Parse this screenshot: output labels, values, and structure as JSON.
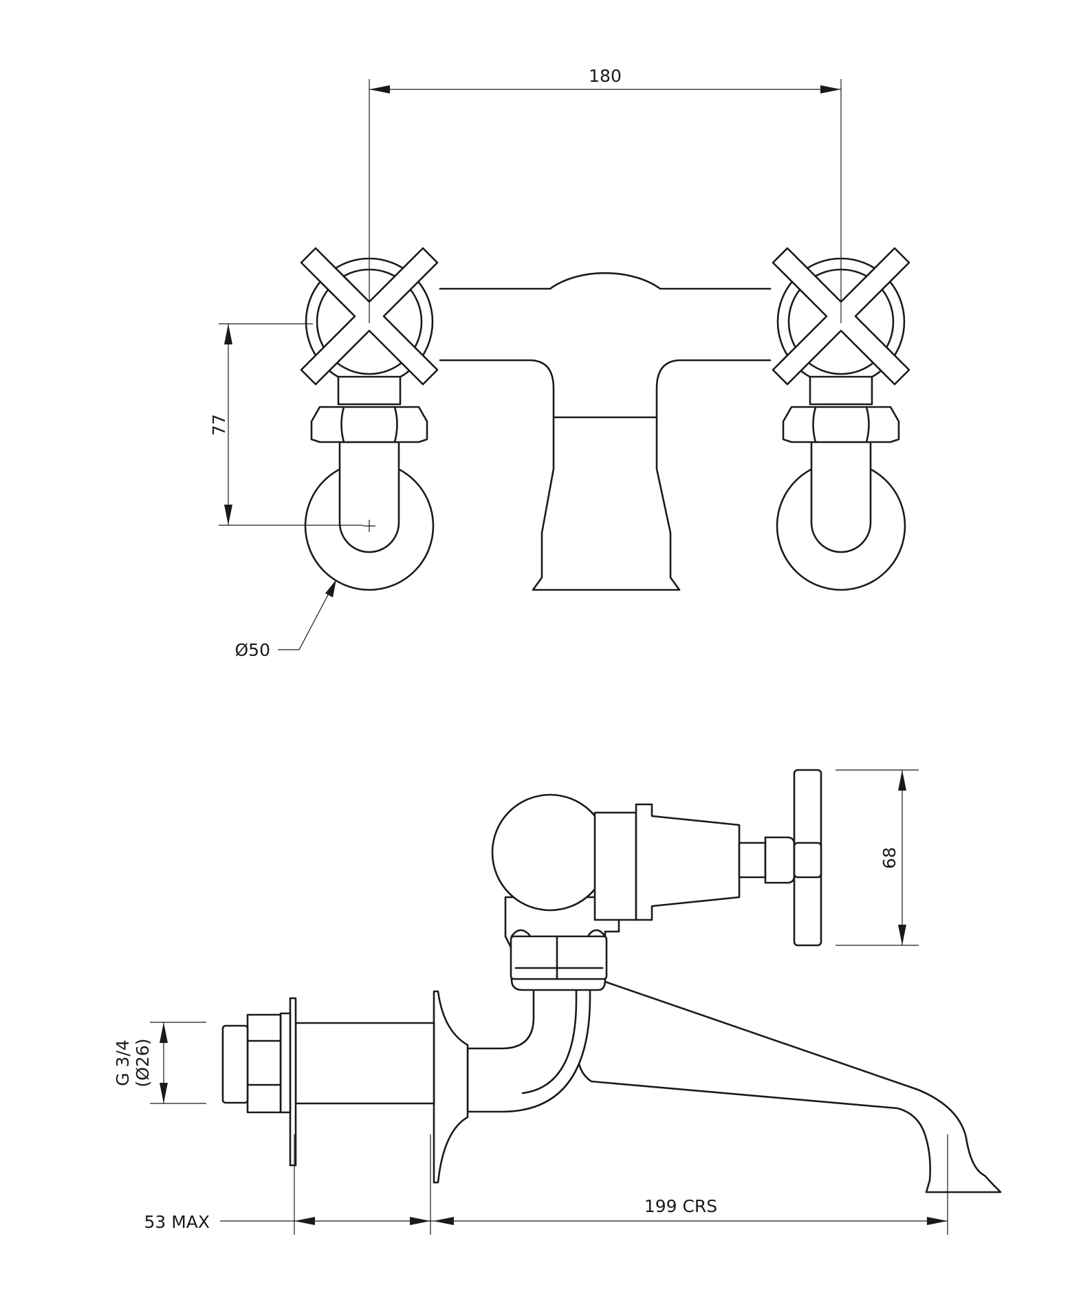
{
  "dimensions": {
    "front_width": "180",
    "front_height": "77",
    "flange_diameter": "Ø50",
    "handle_height": "68",
    "thread_size": "G 3/4",
    "thread_diameter": "(Ø26)",
    "max_depth": "53 MAX",
    "centres": "199 CRS"
  }
}
